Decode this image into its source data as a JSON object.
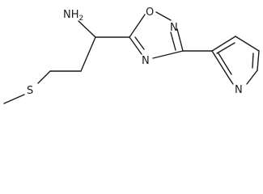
{
  "atoms": {
    "amine": "NH",
    "amine_sub": "2",
    "ring_oxygen": "O",
    "ring_n2": "N",
    "ring_n4": "N",
    "sulfur": "S",
    "pyridine_n": "N"
  }
}
